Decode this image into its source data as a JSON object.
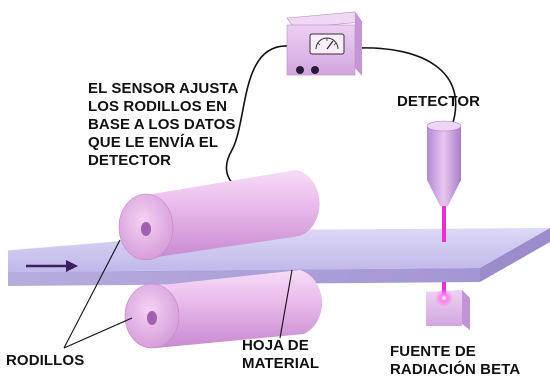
{
  "labels": {
    "sensor_note": [
      "EL SENSOR AJUSTA",
      "LOS RODILLOS EN",
      "BASE A LOS DATOS",
      "QUE LE ENVÍA EL",
      "DETECTOR"
    ],
    "detector": "DETECTOR",
    "rollers": "RODILLOS",
    "sheet": [
      "HOJA DE",
      "MATERIAL"
    ],
    "source": [
      "FUENTE DE",
      "RADIACIÓN BETA"
    ]
  },
  "icons": {
    "meter": "analog-gauge-icon",
    "motion_arrow": "right-arrow-icon"
  },
  "colors": {
    "sheet_fill": "#c6c0ec",
    "roller_fill": "#e9b8ec",
    "box_fill": "#ddb6ea",
    "beam": "#ea2fd0",
    "arrow": "#3a2060",
    "line": "#111111"
  }
}
